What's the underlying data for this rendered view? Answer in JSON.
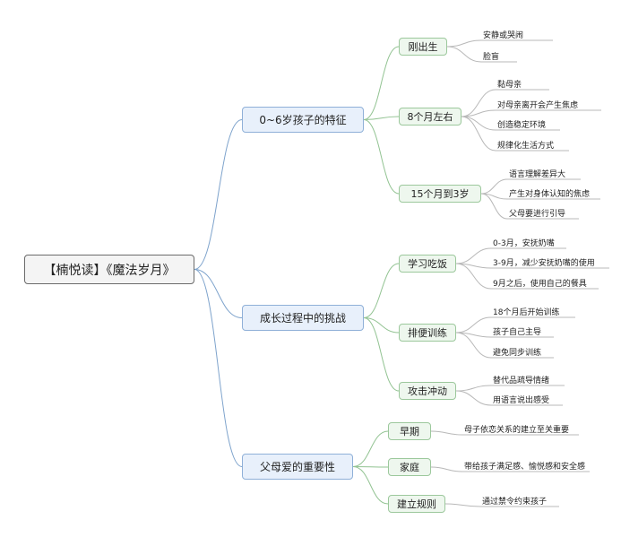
{
  "root": "【楠悦读】《魔法岁月》",
  "branches": [
    {
      "label": "0~6岁孩子的特征",
      "children": [
        {
          "label": "刚出生",
          "leaves": [
            "安静或哭闹",
            "脸盲"
          ]
        },
        {
          "label": "8个月左右",
          "leaves": [
            "黏母亲",
            "对母亲离开会产生焦虑",
            "创造稳定环境",
            "规律化生活方式"
          ]
        },
        {
          "label": "15个月到3岁",
          "leaves": [
            "语言理解差异大",
            "产生对身体认知的焦虑",
            "父母要进行引导"
          ]
        }
      ]
    },
    {
      "label": "成长过程中的挑战",
      "children": [
        {
          "label": "学习吃饭",
          "leaves": [
            "0-3月，安抚奶嘴",
            "3-9月，减少安抚奶嘴的使用",
            "9月之后，使用自己的餐具"
          ]
        },
        {
          "label": "排便训练",
          "leaves": [
            "18个月后开始训练",
            "孩子自己主导",
            "避免同步训练"
          ]
        },
        {
          "label": "攻击冲动",
          "leaves": [
            "替代品疏导情绪",
            "用语言说出感受"
          ]
        }
      ]
    },
    {
      "label": "父母爱的重要性",
      "children": [
        {
          "label": "早期",
          "leaves": [
            "母子依恋关系的建立至关重要"
          ]
        },
        {
          "label": "家庭",
          "leaves": [
            "带给孩子满足感、愉悦感和安全感"
          ]
        },
        {
          "label": "建立规则",
          "leaves": [
            "通过禁令约束孩子"
          ]
        }
      ]
    }
  ],
  "colors": {
    "main_line": "#7ea3cc",
    "sub_line": "#92c392",
    "leaf_line": "#b8b8b8"
  }
}
